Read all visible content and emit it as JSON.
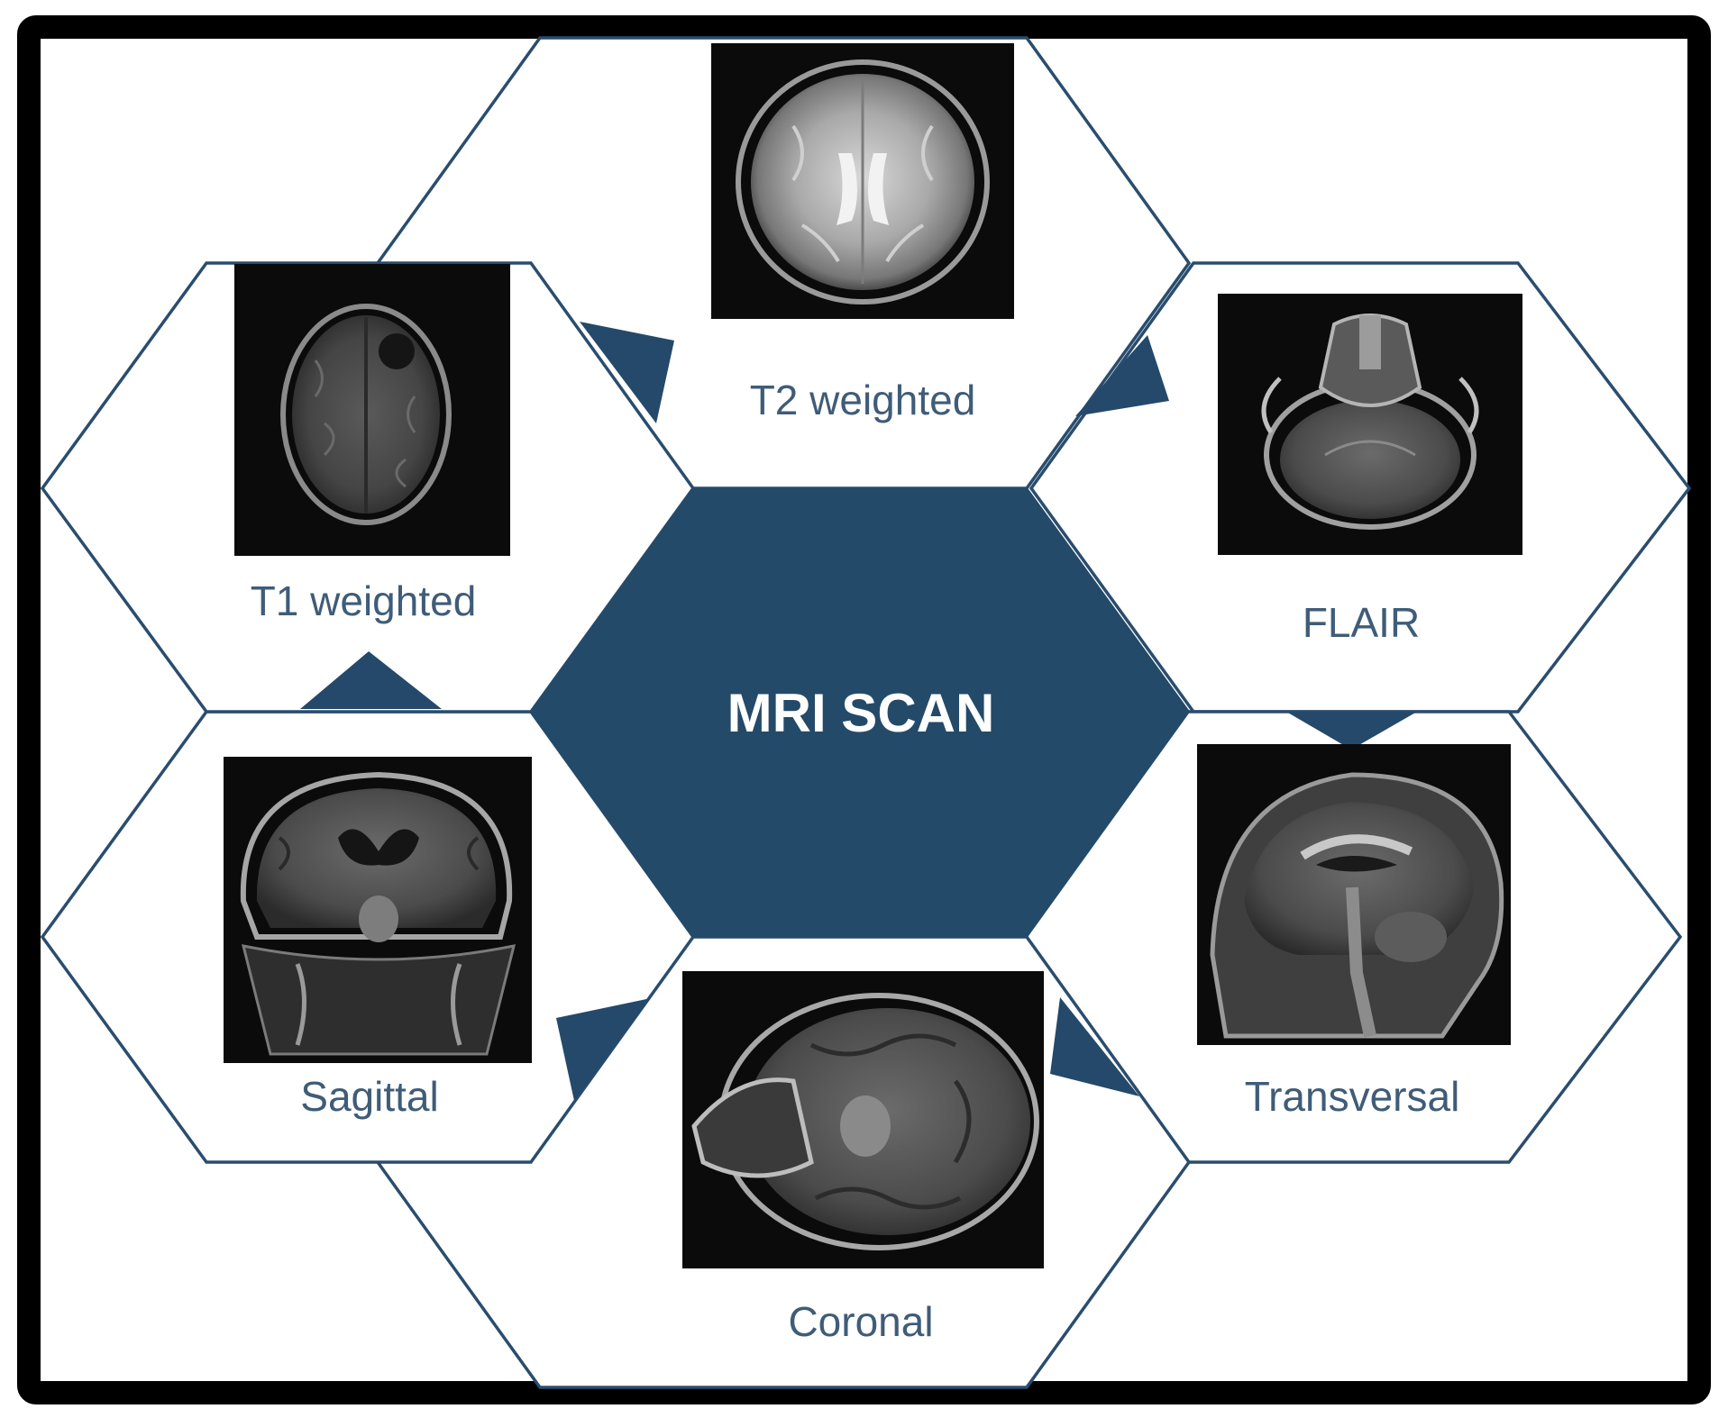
{
  "diagram": {
    "center": {
      "label": "MRI SCAN"
    },
    "nodes": [
      {
        "id": "t2",
        "label": "T2 weighted",
        "scan": "axial-t2-brain-scan"
      },
      {
        "id": "flair",
        "label": "FLAIR",
        "scan": "axial-flair-skull-base-scan"
      },
      {
        "id": "transversal",
        "label": "Transversal",
        "scan": "midline-sagittal-head-scan"
      },
      {
        "id": "coronal",
        "label": "Coronal",
        "scan": "oblique-axial-brain-scan"
      },
      {
        "id": "sagittal",
        "label": "Sagittal",
        "scan": "coronal-brain-scan"
      },
      {
        "id": "t1",
        "label": "T1 weighted",
        "scan": "axial-t1-brain-scan"
      }
    ],
    "colors": {
      "accent": "#244a69",
      "outline": "#2a4d6e",
      "label_text": "#3f5c78",
      "frame": "#000000",
      "scan_background": "#0b0b0b"
    }
  }
}
